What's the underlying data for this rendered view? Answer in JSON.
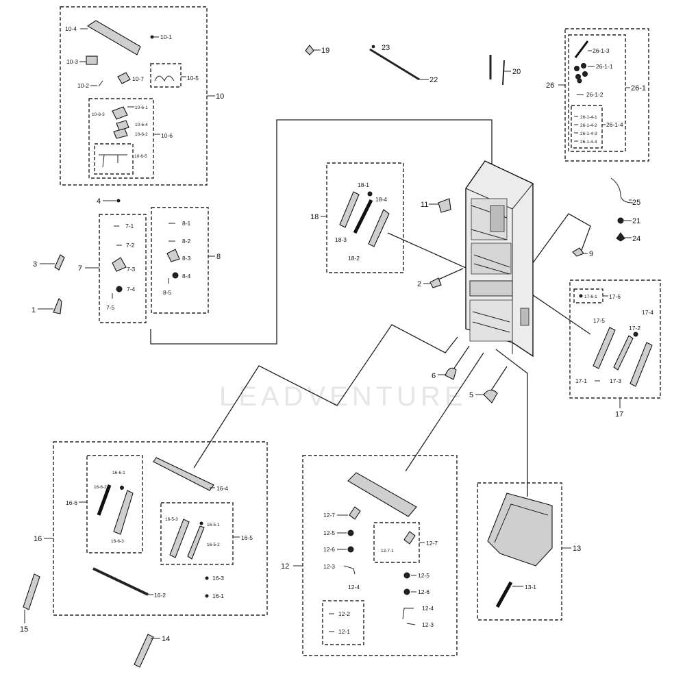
{
  "watermark": "LEADVENTURE",
  "labels": {
    "c1": "1",
    "c2": "2",
    "c3": "3",
    "c4": "4",
    "c5": "5",
    "c6": "6",
    "c7": "7",
    "c7_1": "7-1",
    "c7_2": "7-2",
    "c7_3": "7-3",
    "c7_4": "7-4",
    "c7_5": "7-5",
    "c8": "8",
    "c8_1": "8-1",
    "c8_2": "8-2",
    "c8_3": "8-3",
    "c8_4": "8-4",
    "c8_5": "8-5",
    "c9": "9",
    "c10": "10",
    "c10_1": "10-1",
    "c10_2": "10-2",
    "c10_3": "10-3",
    "c10_4": "10-4",
    "c10_5": "10-5",
    "c10_6": "10-6",
    "c10_6_1": "10-6-1",
    "c10_6_2": "10-6-2",
    "c10_6_3": "10-6-3",
    "c10_6_4": "10-6-4",
    "c10_6_5": "10-6-5",
    "c10_7": "10-7",
    "c11": "11",
    "c12": "12",
    "c12_1": "12-1",
    "c12_2": "12-2",
    "c12_3a": "12-3",
    "c12_3b": "12-3",
    "c12_4a": "12-4",
    "c12_4b": "12-4",
    "c12_5a": "12-5",
    "c12_5b": "12-5",
    "c12_6a": "12-6",
    "c12_6b": "12-6",
    "c12_7a": "12-7",
    "c12_7b": "12-7",
    "c12_7_1": "12-7-1",
    "c13": "13",
    "c13_1": "13-1",
    "c14": "14",
    "c15": "15",
    "c16": "16",
    "c16_1": "16-1",
    "c16_2": "16-2",
    "c16_3": "16-3",
    "c16_4": "16-4",
    "c16_5": "16-5",
    "c16_5_1": "16-5-1",
    "c16_5_2": "16-5-2",
    "c16_5_3": "16-5-3",
    "c16_6": "16-6",
    "c16_6_1": "16-6-1",
    "c16_6_2": "16-6-2",
    "c16_6_3": "16-6-3",
    "c17": "17",
    "c17_1": "17-1",
    "c17_2": "17-2",
    "c17_3": "17-3",
    "c17_4": "17-4",
    "c17_5": "17-5",
    "c17_6": "17-6",
    "c17_6_1": "17-6-1",
    "c18": "18",
    "c18_1": "18-1",
    "c18_2": "18-2",
    "c18_3": "18-3",
    "c18_4": "18-4",
    "c19": "19",
    "c20": "20",
    "c21": "21",
    "c22": "22",
    "c23": "23",
    "c24": "24",
    "c25": "25",
    "c26": "26",
    "c26_1": "26-1",
    "c26_1_1": "26-1-1",
    "c26_1_2": "26-1-2",
    "c26_1_3": "26-1-3",
    "c26_1_4": "26-1-4",
    "c26_1_4_1": "26-1-4-1",
    "c26_1_4_2": "26-1-4-2",
    "c26_1_4_3": "26-1-4-3",
    "c26_1_4_4": "26-1-4-4"
  }
}
